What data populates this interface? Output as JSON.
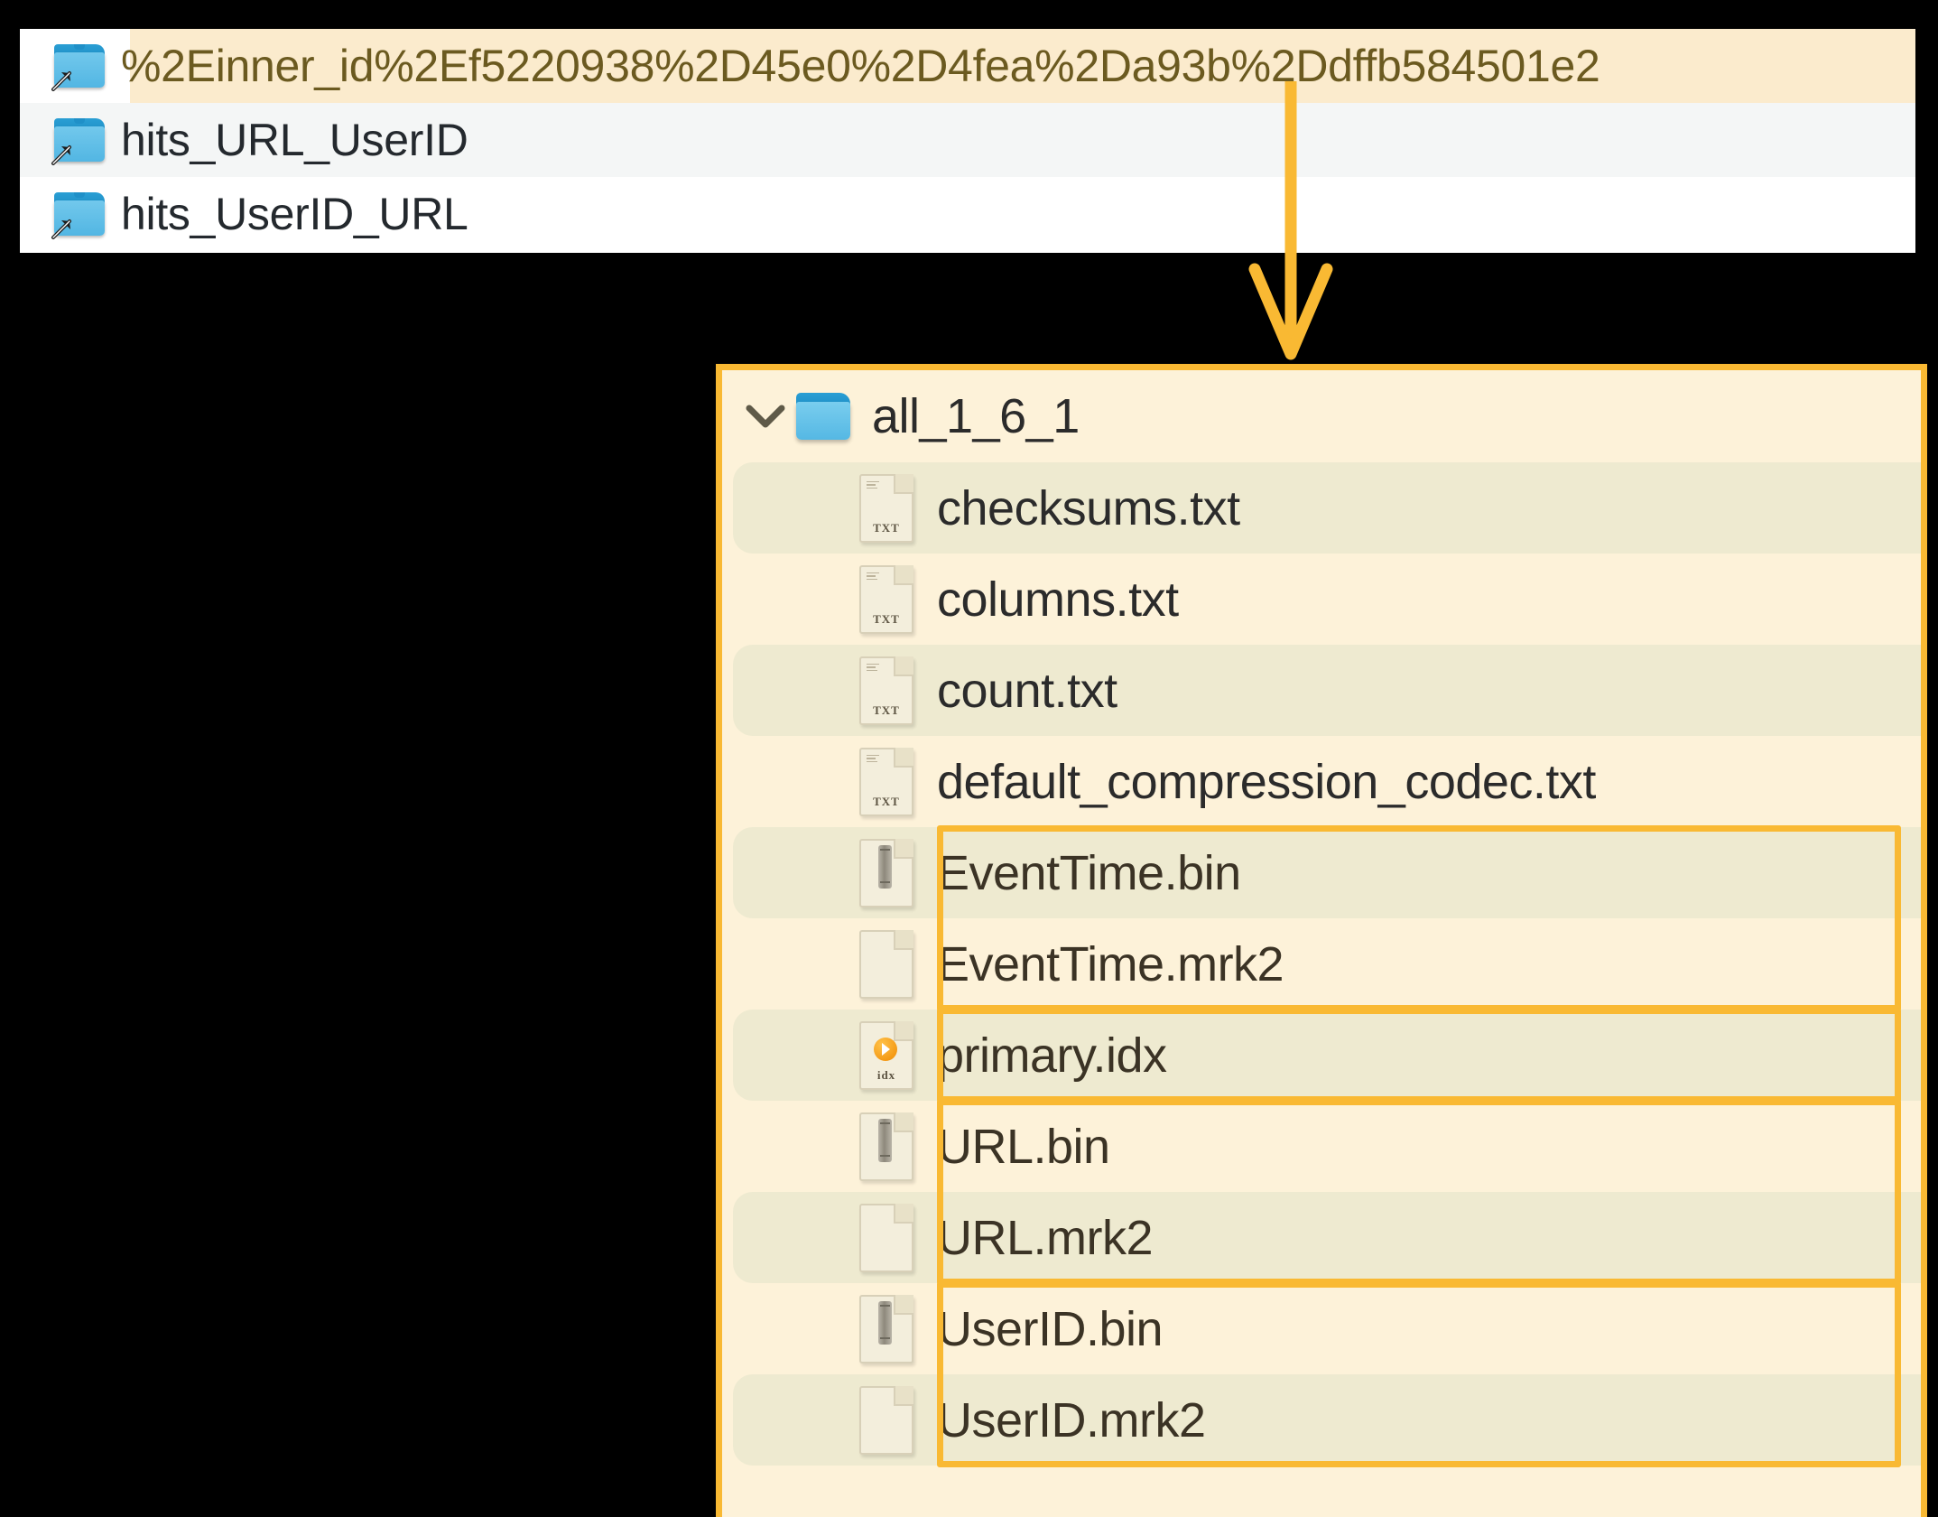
{
  "colors": {
    "accent": "#f9b933",
    "panel_bg": "#fdf2d9",
    "row_stripe": "#eeead0",
    "highlight_row": "#fbebcd",
    "folder_blue": "#52b6e3",
    "text": "#2b2b2b",
    "highlight_text": "#6b5a20",
    "idx_orange": "#f08a00"
  },
  "folder_list": {
    "items": [
      {
        "label": "%2Einner_id%2Ef5220938%2D45e0%2D4fea%2Da93b%2Ddffb584501e2",
        "icon": "folder-alias-icon",
        "highlighted": true
      },
      {
        "label": "hits_URL_UserID",
        "icon": "folder-alias-icon",
        "highlighted": false
      },
      {
        "label": "hits_UserID_URL",
        "icon": "folder-alias-icon",
        "highlighted": false
      }
    ]
  },
  "annotation": {
    "arrow": "down-arrow",
    "arrow_color": "#f9b933"
  },
  "file_tree": {
    "root": {
      "label": "all_1_6_1",
      "icon": "folder-icon",
      "expanded": true,
      "chevron": "chevron-down-icon"
    },
    "files": [
      {
        "name": "checksums.txt",
        "icon": "txt-file-icon",
        "icon_label": "TXT",
        "boxed": false
      },
      {
        "name": "columns.txt",
        "icon": "txt-file-icon",
        "icon_label": "TXT",
        "boxed": false
      },
      {
        "name": "count.txt",
        "icon": "txt-file-icon",
        "icon_label": "TXT",
        "boxed": false
      },
      {
        "name": "default_compression_codec.txt",
        "icon": "txt-file-icon",
        "icon_label": "TXT",
        "boxed": false
      },
      {
        "name": "EventTime.bin",
        "icon": "bin-file-icon",
        "icon_label": "",
        "boxed": true
      },
      {
        "name": "EventTime.mrk2",
        "icon": "blank-file-icon",
        "icon_label": "",
        "boxed": true
      },
      {
        "name": "primary.idx",
        "icon": "idx-file-icon",
        "icon_label": "idx",
        "boxed": true
      },
      {
        "name": "URL.bin",
        "icon": "bin-file-icon",
        "icon_label": "",
        "boxed": true
      },
      {
        "name": "URL.mrk2",
        "icon": "blank-file-icon",
        "icon_label": "",
        "boxed": true
      },
      {
        "name": "UserID.bin",
        "icon": "bin-file-icon",
        "icon_label": "",
        "boxed": true
      },
      {
        "name": "UserID.mrk2",
        "icon": "blank-file-icon",
        "icon_label": "",
        "boxed": true
      }
    ],
    "highlight_groups": [
      {
        "name": "EventTime-group",
        "start": 4,
        "span": 2
      },
      {
        "name": "primary-idx-group",
        "start": 6,
        "span": 1
      },
      {
        "name": "URL-group",
        "start": 7,
        "span": 2
      },
      {
        "name": "UserID-group",
        "start": 9,
        "span": 2
      }
    ]
  }
}
